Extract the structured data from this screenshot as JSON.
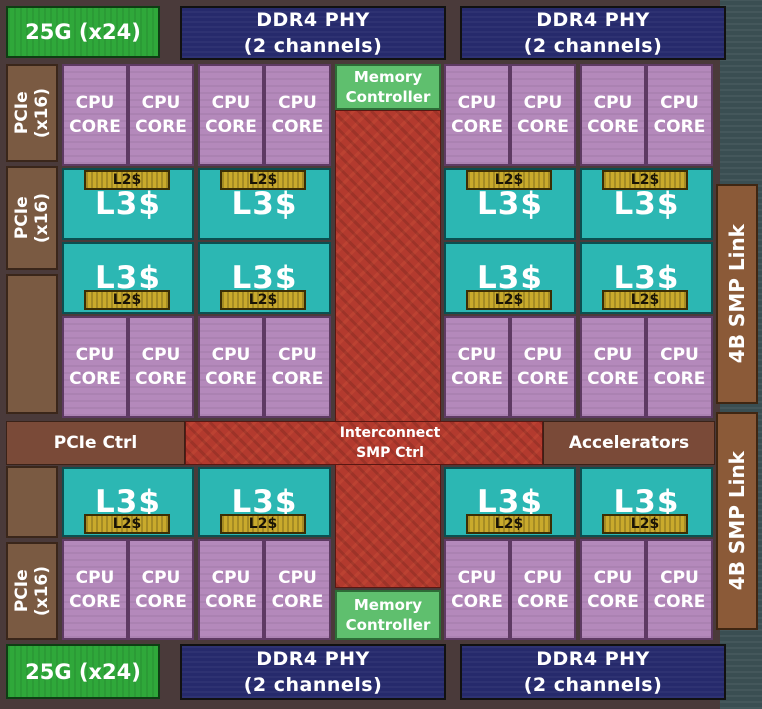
{
  "labels": {
    "g25": "25G (x24)",
    "ddr": "DDR4 PHY\n(2 channels)",
    "mc": "Memory\nController",
    "core": "CPU\nCORE",
    "l3": "L3$",
    "l2": "L2$",
    "pcie": "PCIe\n(x16)",
    "pcie_ctrl": "PCIe Ctrl",
    "interconnect": "Interconnect\nSMP Ctrl",
    "accelerators": "Accelerators",
    "smp": "4B SMP Link"
  },
  "colors": {
    "cpu_core": "#b489bb",
    "l3_cache": "#2cb7b3",
    "l2_cache": "#c9aa2c",
    "ddr_phy": "#262a6c",
    "io_25g": "#2fa83a",
    "memory_controller": "#5fbf6e",
    "fabric": "#b33a2e",
    "pcie": "#7a5a42",
    "smp_link": "#8b5a38"
  }
}
